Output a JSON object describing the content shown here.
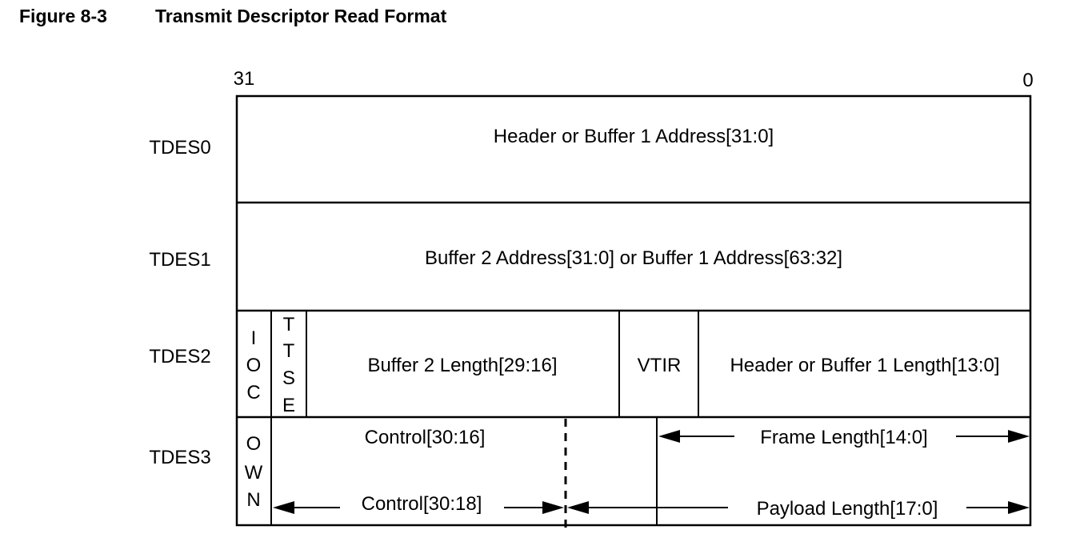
{
  "figure": {
    "number": "Figure 8-3",
    "title": "Transmit Descriptor Read Format"
  },
  "bit_labels": {
    "msb": "31",
    "lsb": "0"
  },
  "rows": {
    "tdes0": {
      "label": "TDES0",
      "field": "Header or Buffer 1 Address[31:0]"
    },
    "tdes1": {
      "label": "TDES1",
      "field": "Buffer 2 Address[31:0] or Buffer 1 Address[63:32]"
    },
    "tdes2": {
      "label": "TDES2",
      "ioc": [
        "I",
        "O",
        "C"
      ],
      "ttse": [
        "T",
        "T",
        "S",
        "E"
      ],
      "buffer2_length": "Buffer 2 Length[29:16]",
      "vtir": "VTIR",
      "header_length": "Header or Buffer 1 Length[13:0]"
    },
    "tdes3": {
      "label": "TDES3",
      "own": [
        "O",
        "W",
        "N"
      ],
      "control_upper": "Control[30:16]",
      "control_lower": "Control[30:18]",
      "frame_length": "Frame Length[14:0]",
      "payload_length": "Payload Length[17:0]"
    }
  }
}
